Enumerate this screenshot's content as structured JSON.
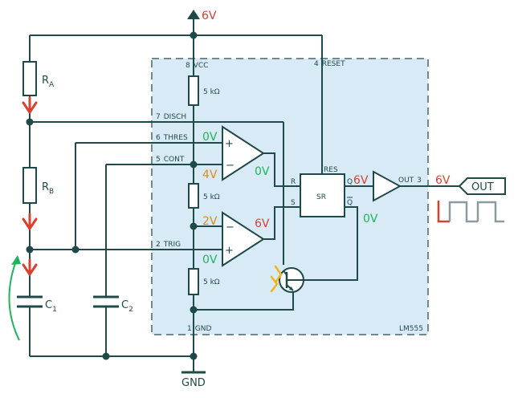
{
  "supply": {
    "vcc_label": "6V",
    "gnd_label": "GND"
  },
  "chip": {
    "name": "LM555",
    "pins": {
      "vcc": {
        "num": "8",
        "name": "VCC"
      },
      "reset": {
        "num": "4",
        "name": "RESET"
      },
      "disch": {
        "num": "7",
        "name": "DISCH"
      },
      "thres": {
        "num": "6",
        "name": "THRES"
      },
      "cont": {
        "num": "5",
        "name": "CONT"
      },
      "trig": {
        "num": "2",
        "name": "TRIG"
      },
      "gnd": {
        "num": "1",
        "name": "GND"
      },
      "out": {
        "num": "3",
        "name": "OUT"
      }
    },
    "divider": [
      "5 kΩ",
      "5 kΩ",
      "5 kΩ"
    ],
    "sr": {
      "label": "SR",
      "res": "RES",
      "r": "R",
      "s": "S",
      "q": "Q",
      "qbar": "Q"
    }
  },
  "external": {
    "ra": {
      "main": "R",
      "sub": "A"
    },
    "rb": {
      "main": "R",
      "sub": "B"
    },
    "c1": {
      "main": "C",
      "sub": "1"
    },
    "c2": {
      "main": "C",
      "sub": "2"
    },
    "out_label": "OUT"
  },
  "voltages": {
    "thres_in": "0V",
    "cont_ref": "4V",
    "comp1_out": "0V",
    "trig_ref": "2V",
    "trig_in": "0V",
    "comp2_out": "6V",
    "sr_q": "6V",
    "sr_qbar": "0V",
    "out": "6V"
  },
  "colors": {
    "wire": "#1f4a4a",
    "chip_fill": "#d8eaf5",
    "chip_border": "#6e8a8e",
    "high": "#d9412f",
    "low": "#1fb45a",
    "reference": "#e08a1e",
    "light": "#f2b51c"
  }
}
